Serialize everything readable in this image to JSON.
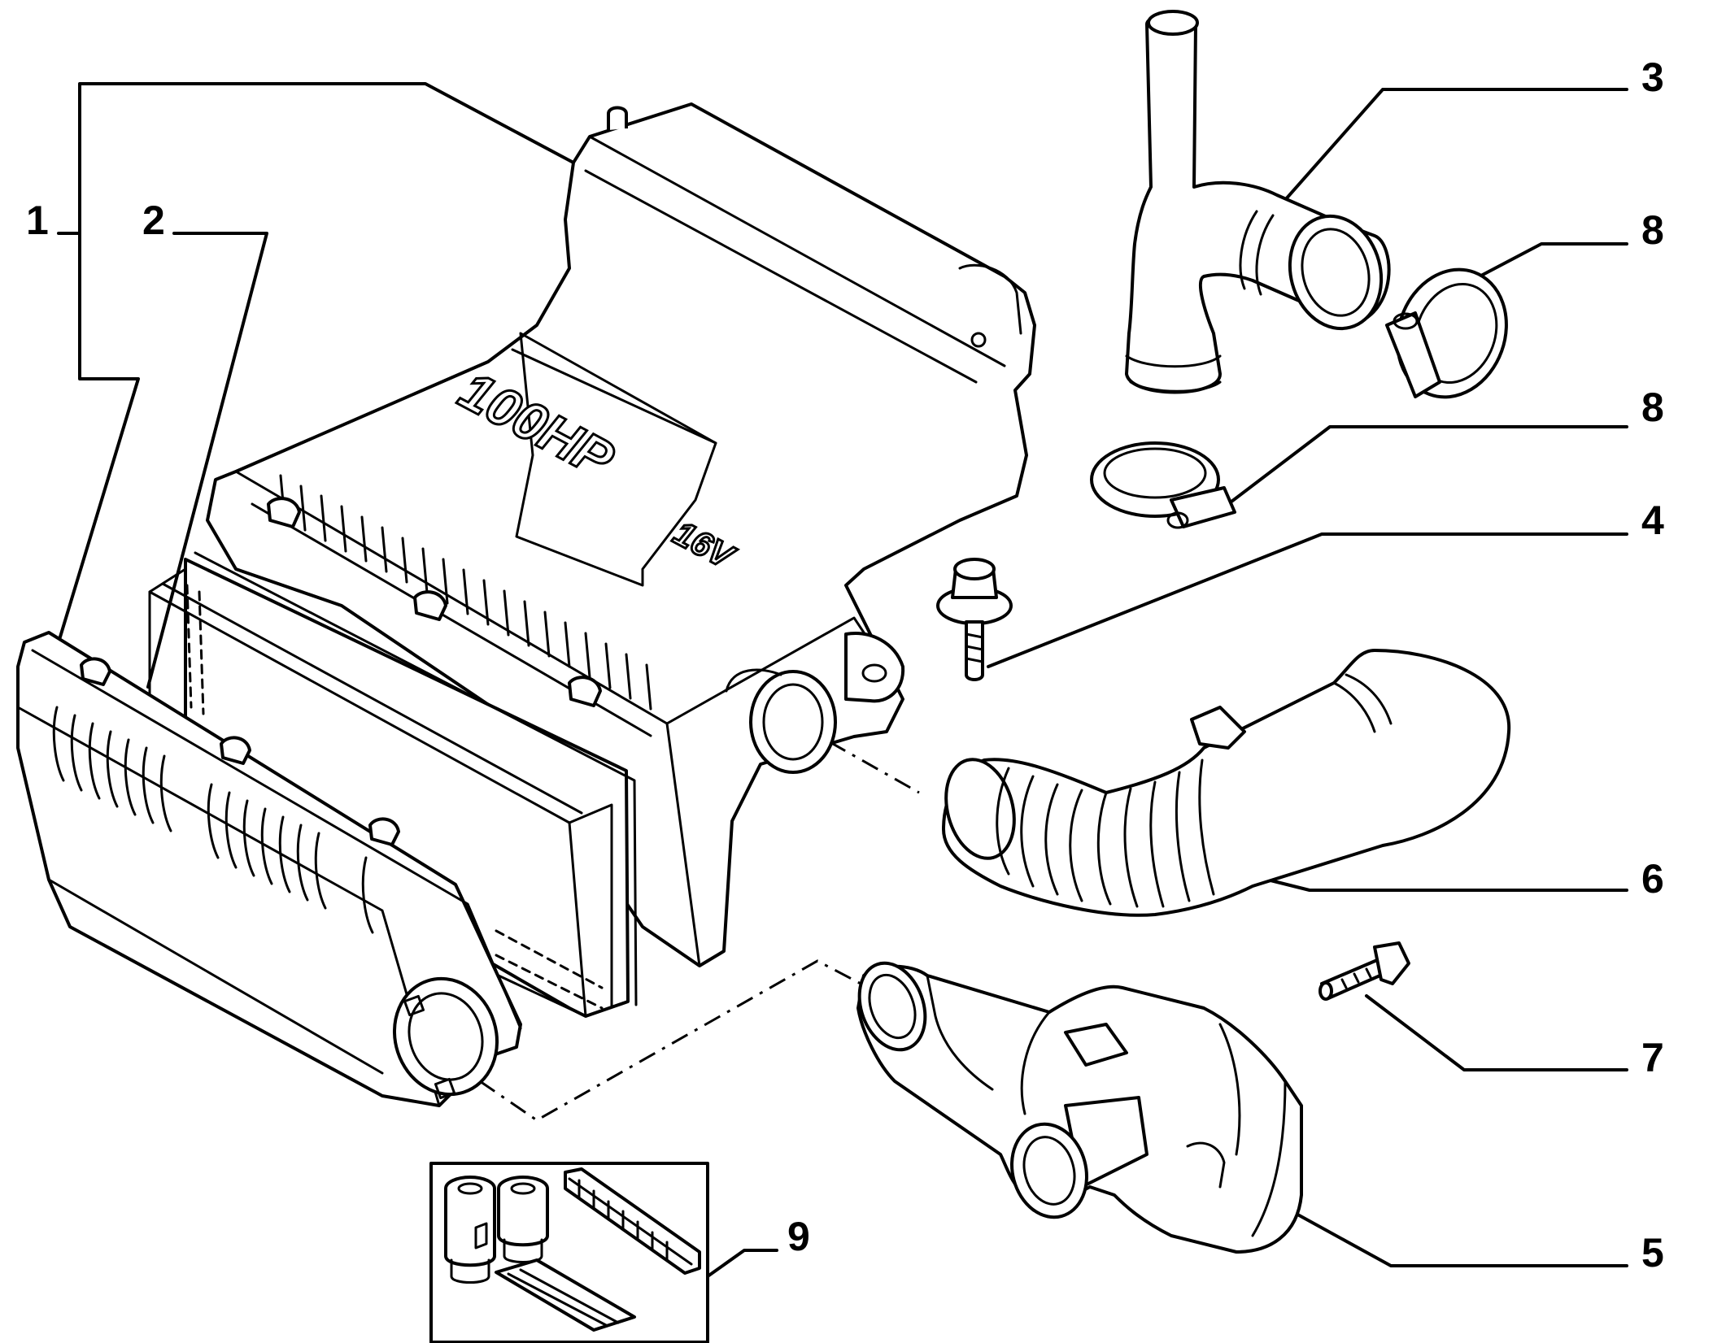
{
  "callouts": [
    {
      "id": "1",
      "label": "1"
    },
    {
      "id": "2",
      "label": "2"
    },
    {
      "id": "3",
      "label": "3"
    },
    {
      "id": "8a",
      "label": "8"
    },
    {
      "id": "8b",
      "label": "8"
    },
    {
      "id": "4",
      "label": "4"
    },
    {
      "id": "6",
      "label": "6"
    },
    {
      "id": "7",
      "label": "7"
    },
    {
      "id": "5",
      "label": "5"
    },
    {
      "id": "9",
      "label": "9"
    }
  ],
  "housing_marking": {
    "power": "100HP",
    "valves": "16V"
  }
}
